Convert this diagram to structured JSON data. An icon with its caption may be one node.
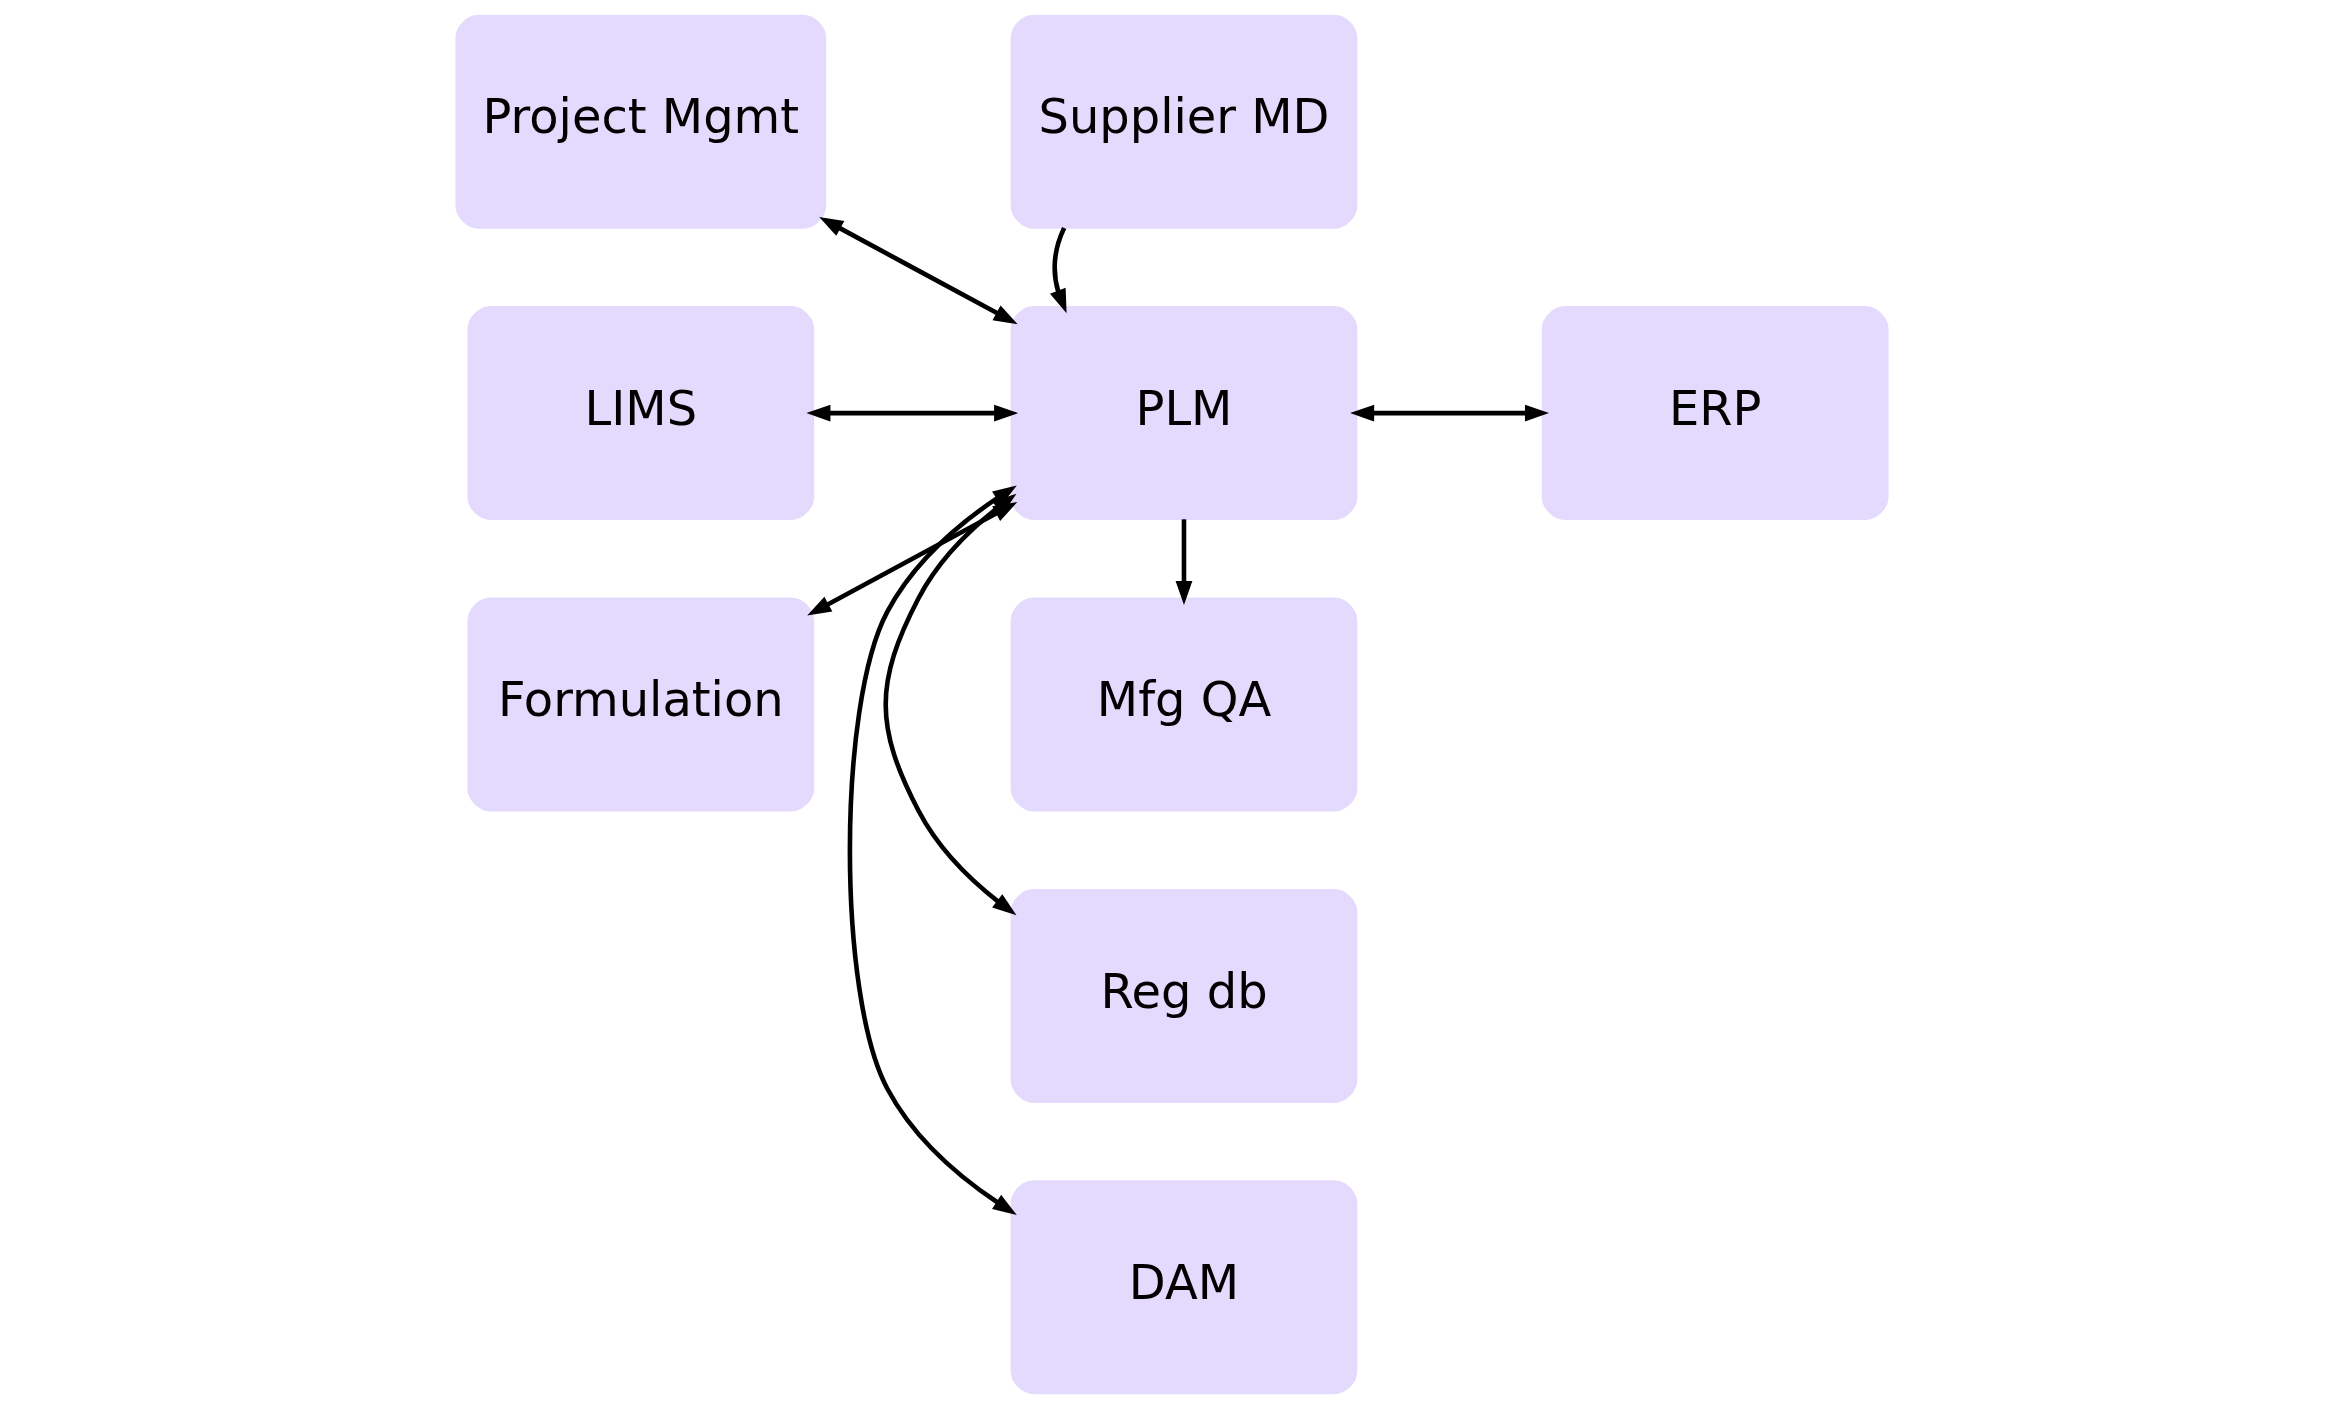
{
  "diagram": {
    "nodes": [
      {
        "text": [
          "Project Mgmt"
        ]
      },
      {
        "text": [
          "Reg db"
        ]
      },
      {
        "text": [
          "DAM"
        ]
      },
      {
        "text": [
          "LIMS"
        ]
      },
      {
        "text": [
          "PLM"
        ]
      },
      {
        "text": [
          "ERP"
        ]
      },
      {
        "text": [
          "Formulation"
        ]
      },
      {
        "text": [
          "Supplier MD"
        ]
      },
      {
        "text": [
          "Mfg QA"
        ]
      }
    ],
    "edges": [
      {
        "from": 4,
        "to": 0,
        "arrow": "both"
      },
      {
        "from": 4,
        "to": 3,
        "arrow": "both"
      },
      {
        "from": 4,
        "to": 6,
        "arrow": "both"
      },
      {
        "from": 4,
        "to": 1,
        "arrow": "both"
      },
      {
        "from": 4,
        "to": 2,
        "arrow": "both"
      },
      {
        "from": 4,
        "to": 5,
        "arrow": "both"
      },
      {
        "from": 7,
        "to": 4,
        "arrow": "to"
      },
      {
        "from": 4,
        "to": 8,
        "arrow": "to"
      }
    ]
  }
}
